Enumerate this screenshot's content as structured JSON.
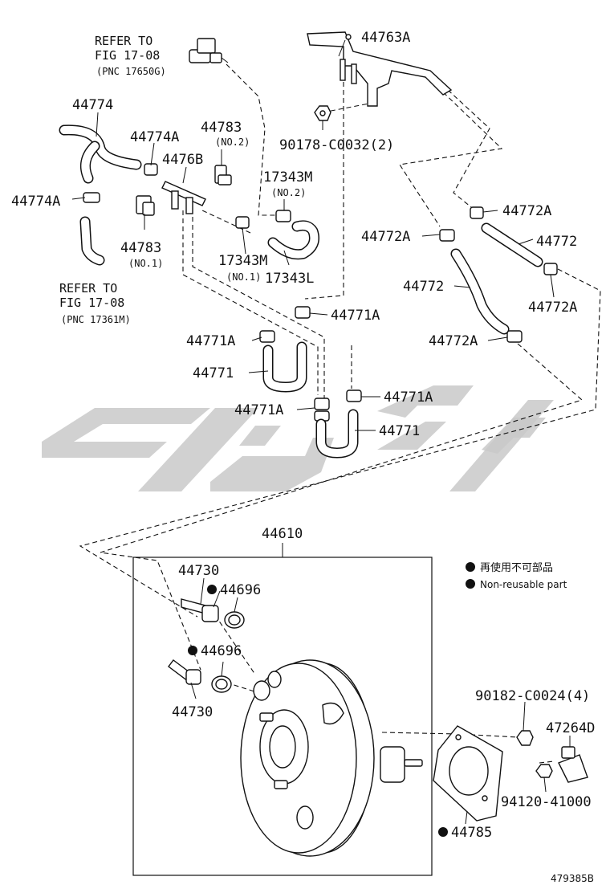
{
  "labels": {
    "p44763A": "44763A",
    "p90178": "90178-C0032(2)",
    "p44774": "44774",
    "p44774A_top": "44774A",
    "p44774A_left": "44774A",
    "p44783_top": "44783",
    "p44783_top_sub": "(NO.2)",
    "p4476B": "4476B",
    "p17343M_top": "17343M",
    "p17343M_top_sub": "(NO.2)",
    "p44783_bottom": "44783",
    "p44783_bottom_sub": "(NO.1)",
    "p17343M_bottom": "17343M",
    "p17343M_bottom_sub": "(NO.1)",
    "p17343L": "17343L",
    "p44771A_center": "44771A",
    "p44771A_left": "44771A",
    "p44771_left": "44771",
    "p44771A_mid": "44771A",
    "p44771A_right": "44771A",
    "p44771_right": "44771",
    "p44772A_top_right": "44772A",
    "p44772A_top_left": "44772A",
    "p44772_right": "44772",
    "p44772_left": "44772",
    "p44772A_right": "44772A",
    "p44772A_bottom": "44772A",
    "p44610": "44610",
    "p44730_top": "44730",
    "p44696_top": "44696",
    "p44696_bottom": "44696",
    "p44730_bottom": "44730",
    "p90182": "90182-C0024(4)",
    "p47264D": "47264D",
    "p94120": "94120-41000",
    "p44785": "44785"
  },
  "refs": {
    "top_line1": "REFER TO",
    "top_line2": "FIG 17-08",
    "top_line3": "(PNC 17650G)",
    "left_line1": "REFER TO",
    "left_line2": "FIG 17-08",
    "left_line3": "(PNC 17361M)"
  },
  "legend": {
    "jp": "再使用不可部品",
    "en": "Non-reusable part"
  },
  "catalog_number": "479385B",
  "colors": {
    "line": "#111111",
    "watermark": "#c9c9c9",
    "background": "#ffffff"
  }
}
